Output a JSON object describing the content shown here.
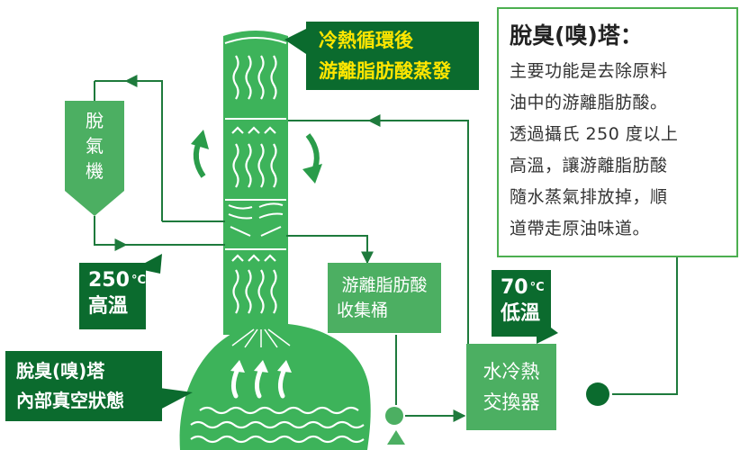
{
  "callouts": {
    "top_line1": "冷熱循環後",
    "top_line2": "游離脂肪酸蒸發",
    "temp_high_value": "250",
    "temp_high_unit": "°C",
    "temp_high_label": "高溫",
    "temp_low_value": "70",
    "temp_low_unit": "°C",
    "temp_low_label": "低溫",
    "vacuum_line1": "脫臭(嗅)塔",
    "vacuum_line2": "內部真空狀態"
  },
  "components": {
    "degasser_chars": [
      "脫",
      "氣",
      "機"
    ],
    "ffa_tank_line1": "游離脂肪酸",
    "ffa_tank_line2": "收集桶",
    "exchanger_line1": "水冷熱",
    "exchanger_line2": "交換器"
  },
  "info": {
    "title": "脫臭(嗅)塔：",
    "lines": [
      "主要功能是去除原料",
      "油中的游離脂肪酸。",
      "透過攝氏 250 度以上",
      "高溫，讓游離脂肪酸",
      "隨水蒸氣排放掉，順",
      "道帶走原油味道。"
    ]
  },
  "colors": {
    "tower_green": "#3db35a",
    "dark_green": "#0b6b2e",
    "box_green": "#4caf62",
    "line_green": "#1e7a3c",
    "highlight_yellow": "#ffe600"
  }
}
